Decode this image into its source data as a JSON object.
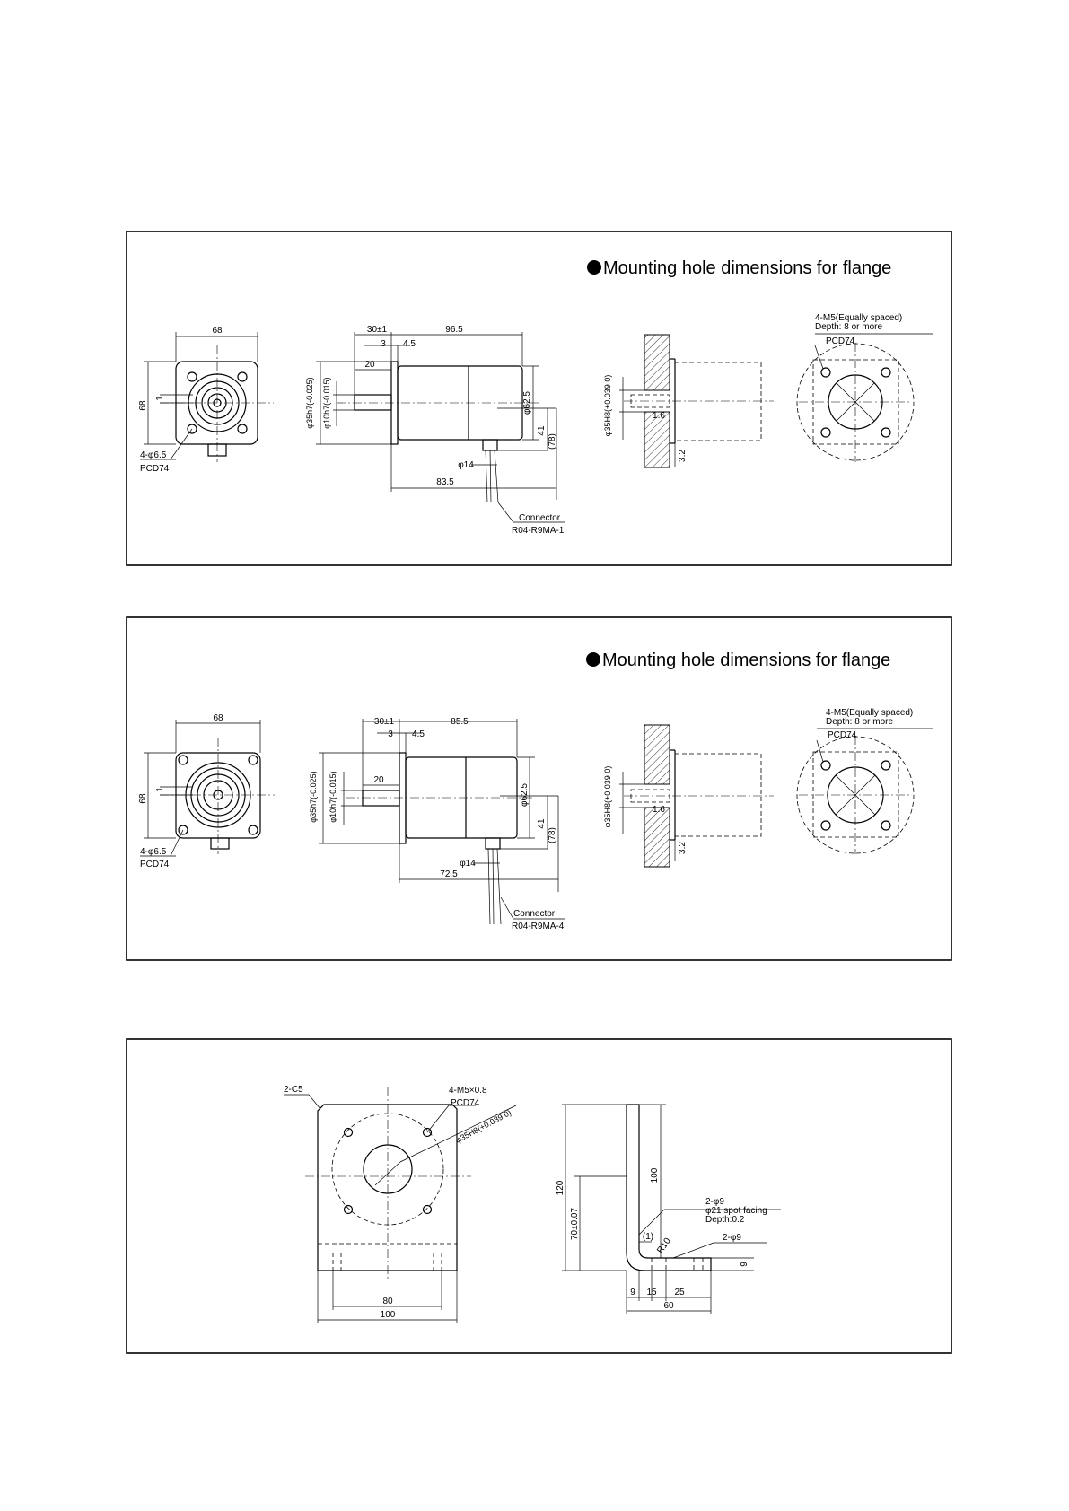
{
  "panel1": {
    "title": "Mounting hole dimensions for flange",
    "front": {
      "width": "68",
      "height": "68",
      "offset": "1",
      "holes": "4-φ6.5",
      "pcd": "PCD74"
    },
    "side": {
      "shaft_len": "30±1",
      "len_3": "3",
      "len_4_5": "4.5",
      "body_len": "96.5",
      "len_20": "20",
      "spigot": "φ35h7(-0.025)",
      "shaft_dia": "φ10h7(-0.015)",
      "body_dia": "φ62.5",
      "h41": "41",
      "h78": "(78)",
      "conn_dia": "φ14",
      "len_83_5": "83.5",
      "connector": "Connector",
      "connector_part": "R04-R9MA-1"
    },
    "flange": {
      "bore": "φ35H8(+0.039 0)",
      "d16": "1.6",
      "d32": "3.2",
      "holes": "4-M5(Equally spaced)",
      "depth": "Depth: 8 or more",
      "pcd": "PCD74"
    }
  },
  "panel2": {
    "title": "Mounting hole dimensions for flange",
    "front": {
      "width": "68",
      "height": "68",
      "offset": "1",
      "holes": "4-φ6.5",
      "pcd": "PCD74"
    },
    "side": {
      "shaft_len": "30±1",
      "len_3": "3",
      "len_4_5": "4.5",
      "body_len": "85.5",
      "len_20": "20",
      "spigot": "φ35h7(-0.025)",
      "shaft_dia": "φ10h7(-0.015)",
      "body_dia": "φ62.5",
      "h41": "41",
      "h78": "(78)",
      "conn_dia": "φ14",
      "len_72_5": "72.5",
      "connector": "Connector",
      "connector_part": "R04-R9MA-4"
    },
    "flange": {
      "bore": "φ35H8(+0.039 0)",
      "d16": "1.6",
      "d32": "3.2",
      "holes": "4-M5(Equally spaced)",
      "depth": "Depth: 8 or more",
      "pcd": "PCD74"
    }
  },
  "panel3": {
    "front": {
      "chamfer": "2-C5",
      "tap": "4-M5×0.8",
      "pcd": "PCD74",
      "bore": "φ35H8(+0.039 0)",
      "w80": "80",
      "w100": "100"
    },
    "side": {
      "h120": "120",
      "h100": "100",
      "h70": "70±0.07",
      "t1": "(1)",
      "r10": "R10",
      "holes": "2-φ9",
      "spot": "φ21 spot facing",
      "depth": "Depth:0.2",
      "holes2": "2-φ9",
      "d9": "9",
      "d9b": "9",
      "d15": "15",
      "d25": "25",
      "d60": "60"
    }
  }
}
